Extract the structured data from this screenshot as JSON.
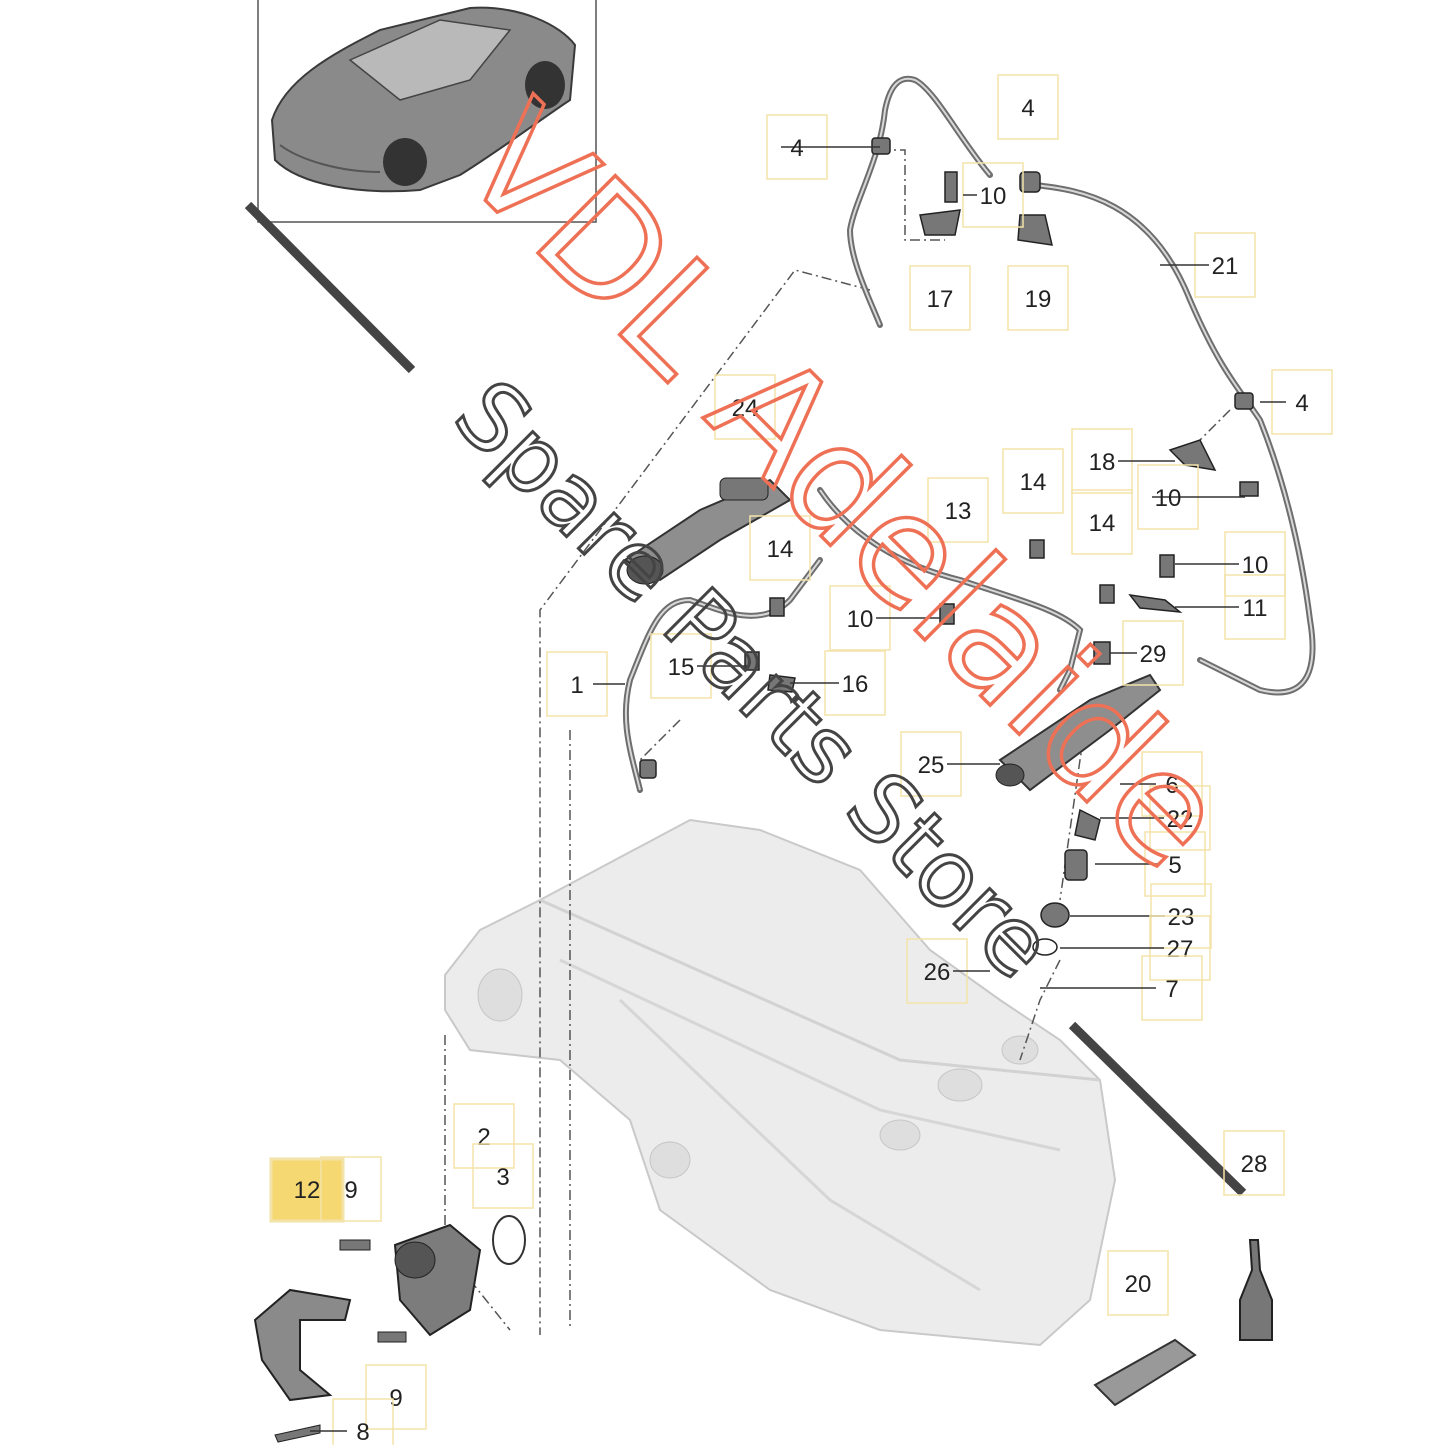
{
  "diagram": {
    "callouts": [
      {
        "id": "c4a",
        "label": "4"
      },
      {
        "id": "c4b",
        "label": "4"
      },
      {
        "id": "c10a",
        "label": "10"
      },
      {
        "id": "c17",
        "label": "17"
      },
      {
        "id": "c19",
        "label": "19"
      },
      {
        "id": "c21",
        "label": "21"
      },
      {
        "id": "c4c",
        "label": "4"
      },
      {
        "id": "c24",
        "label": "24"
      },
      {
        "id": "c18",
        "label": "18"
      },
      {
        "id": "c10b",
        "label": "10"
      },
      {
        "id": "c14a",
        "label": "14"
      },
      {
        "id": "c13",
        "label": "13"
      },
      {
        "id": "c14b",
        "label": "14"
      },
      {
        "id": "c14c",
        "label": "14"
      },
      {
        "id": "c10c",
        "label": "10"
      },
      {
        "id": "c10d",
        "label": "10"
      },
      {
        "id": "c11",
        "label": "11"
      },
      {
        "id": "c1",
        "label": "1"
      },
      {
        "id": "c15",
        "label": "15"
      },
      {
        "id": "c16",
        "label": "16"
      },
      {
        "id": "c29",
        "label": "29"
      },
      {
        "id": "c25",
        "label": "25"
      },
      {
        "id": "c6",
        "label": "6"
      },
      {
        "id": "c22",
        "label": "22"
      },
      {
        "id": "c5",
        "label": "5"
      },
      {
        "id": "c23",
        "label": "23"
      },
      {
        "id": "c27",
        "label": "27"
      },
      {
        "id": "c26",
        "label": "26"
      },
      {
        "id": "c7",
        "label": "7"
      },
      {
        "id": "c2",
        "label": "2"
      },
      {
        "id": "c3",
        "label": "3"
      },
      {
        "id": "c12",
        "label": "12"
      },
      {
        "id": "c9a",
        "label": "9"
      },
      {
        "id": "c9b",
        "label": "9"
      },
      {
        "id": "c8",
        "label": "8"
      },
      {
        "id": "c28",
        "label": "28"
      },
      {
        "id": "c20",
        "label": "20"
      }
    ],
    "highlight_color": "#f6d873"
  },
  "watermark": {
    "line1": "VDL Adelaide",
    "line2": "Spare Parts Store",
    "line1_color": "#ee7055",
    "line2_color": "#444444"
  }
}
